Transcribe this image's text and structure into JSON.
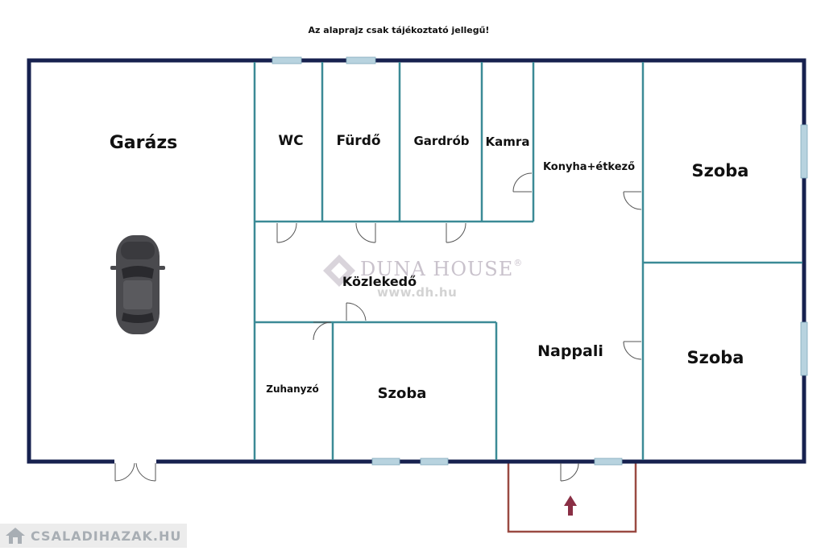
{
  "disclaimer": "Az alaprajz csak tájékoztató jellegű!",
  "rooms": {
    "garage": "Garázs",
    "wc": "WC",
    "bathroom": "Fürdő",
    "wardrobe": "Gardrób",
    "pantry": "Kamra",
    "kitchen": "Konyha+étkező",
    "room_top_right": "Szoba",
    "hallway": "Közlekedő",
    "living_room": "Nappali",
    "room_bottom_right": "Szoba",
    "shower": "Zuhanyzó",
    "room_center": "Szoba"
  },
  "watermark": {
    "brand": "DUNA HOUSE",
    "registered": "®",
    "url": "www.dh.hu"
  },
  "footer": {
    "site": "CSALADIHAZAK.HU"
  },
  "colors": {
    "outer_wall": "#17214f",
    "inner_wall": "#3b8a96",
    "window": "#b8d3df",
    "terrace": "#9a4a42",
    "entrance_arrow": "#8a2f45",
    "car": "#4a4a4e"
  },
  "icons": {
    "car": "car-top-view-icon",
    "entrance": "arrow-up-icon",
    "watermark_logo": "duna-house-logo-icon",
    "footer_logo": "house-icon"
  }
}
